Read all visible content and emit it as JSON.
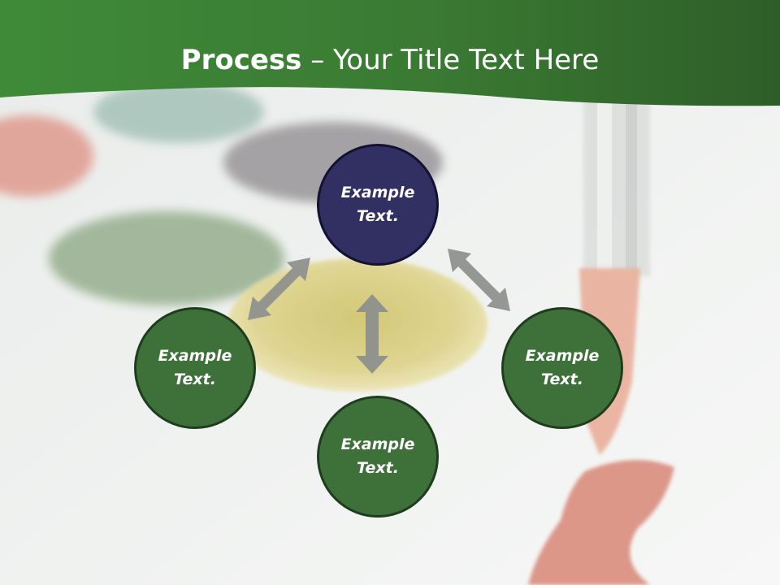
{
  "slide": {
    "title_bold": "Process",
    "title_sep": " – ",
    "title_rest": "Your Title Text Here"
  },
  "diagram": {
    "nodes": [
      {
        "id": "top",
        "label": "Example Text.",
        "color": "#322f63"
      },
      {
        "id": "left",
        "label": "Example Text.",
        "color": "#3e7139"
      },
      {
        "id": "right",
        "label": "Example Text.",
        "color": "#3e7139"
      },
      {
        "id": "bottom",
        "label": "Example Text.",
        "color": "#3e7139"
      }
    ],
    "arrow_color": "#8e918e"
  },
  "background": {
    "description_icons": [
      "paint-dish-red",
      "paint-dish-teal",
      "paint-dish-dark",
      "paint-dish-green",
      "paint-dish-yellow",
      "paint-brush-icon",
      "paint-stroke-red"
    ]
  },
  "colors": {
    "header_green": "#3d7a35",
    "header_dark": "#2d5a26"
  }
}
